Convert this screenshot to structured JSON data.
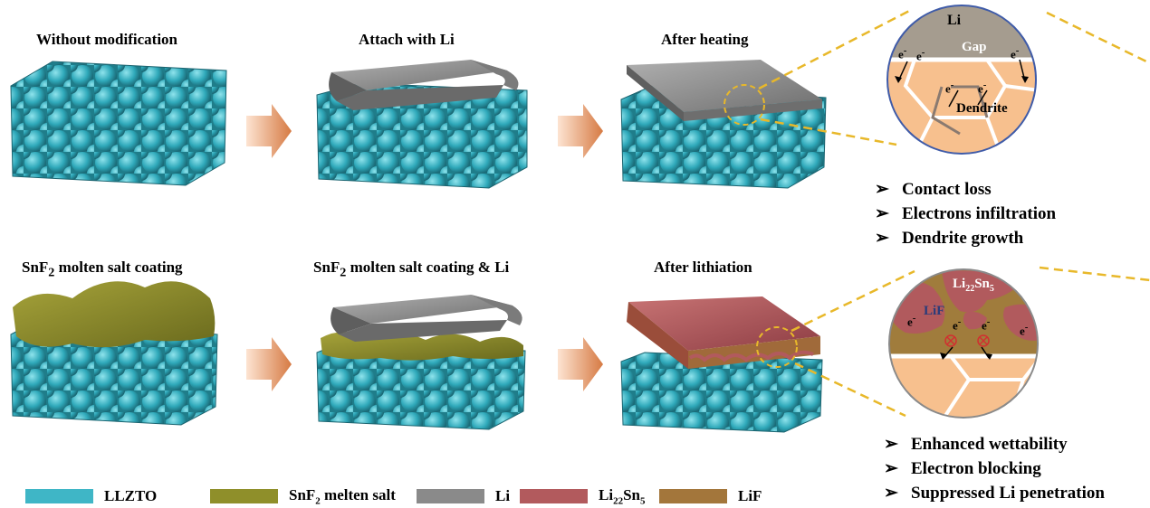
{
  "titles": {
    "p1": "Without modification",
    "p2": "Attach with Li",
    "p3": "After heating",
    "p4": "SnF",
    "p4_sub": "2",
    "p4_rest": " molten salt coating",
    "p5": "SnF",
    "p5_sub": "2",
    "p5_rest": " molten salt coating & Li",
    "p6": "After lithiation"
  },
  "zoom_top": {
    "li": "Li",
    "gap": "Gap",
    "dendrite": "Dendrite",
    "electron": "e",
    "minus": "-"
  },
  "zoom_bottom": {
    "li22sn5": "Li",
    "li22sn5_sub1": "22",
    "li22sn5_mid": "Sn",
    "li22sn5_sub2": "5",
    "lif": "LiF",
    "electron": "e",
    "minus": "-"
  },
  "bullets_top": [
    "Contact loss",
    "Electrons infiltration",
    "Dendrite growth"
  ],
  "bullets_bottom": [
    "Enhanced wettability",
    "Electron blocking",
    "Suppressed Li penetration"
  ],
  "bullet_marker": "➢",
  "legend": {
    "llzto": "LLZTO",
    "snf2_a": "SnF",
    "snf2_sub": "2",
    "snf2_b": " melten salt",
    "li": "Li",
    "li22_a": "Li",
    "li22_sub1": "22",
    "li22_b": "Sn",
    "li22_sub2": "5",
    "lif": "LiF"
  },
  "colors": {
    "llzto": "#3fb6c6",
    "snf2": "#8f8f2a",
    "li": "#8a8a8a",
    "li22sn5": "#b25a5d",
    "lif": "#a3763b",
    "arrow": "#e08a55",
    "dash": "#e8b82a",
    "grain": "#f6c28d"
  }
}
